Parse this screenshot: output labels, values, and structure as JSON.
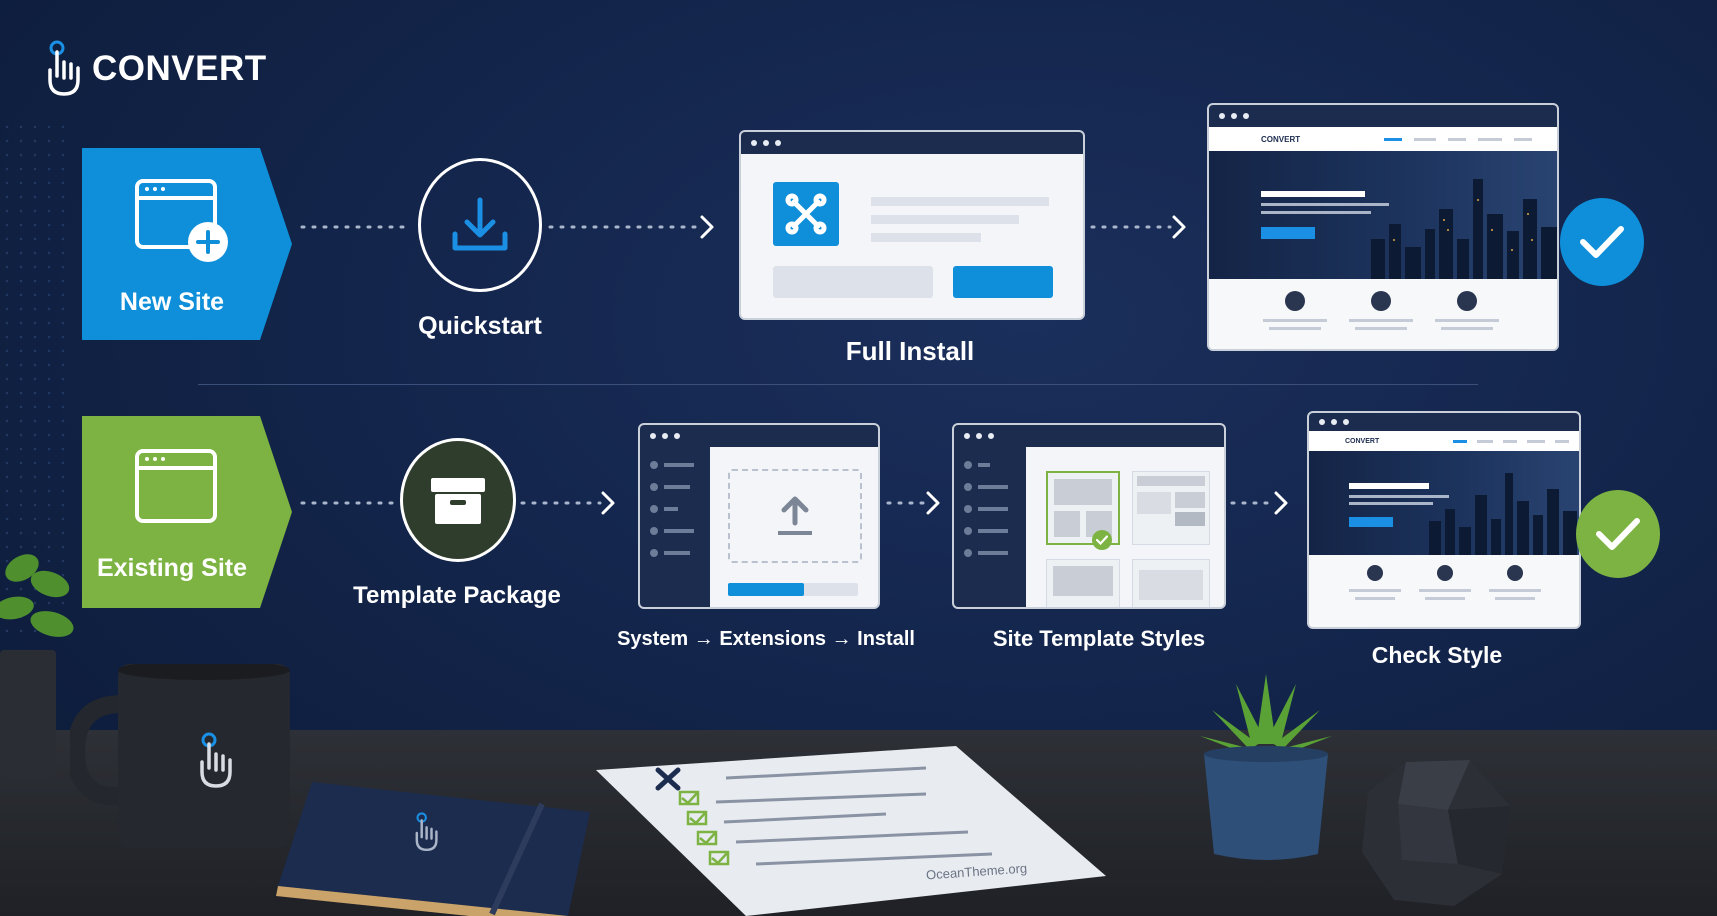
{
  "brand": {
    "name": "CONVERT",
    "mini_logo_text": "CONVERT"
  },
  "flows": {
    "new_site": {
      "banner_label": "New Site",
      "steps": [
        "Quickstart",
        "Full Install"
      ]
    },
    "existing_site": {
      "banner_label": "Existing Site",
      "steps": [
        "Template Package",
        "System → Extensions → Install",
        "Site Template Styles",
        "Check Style"
      ]
    }
  },
  "checklist_footer": "OceanTheme.org",
  "colors": {
    "new_site_accent": "#0f8fd9",
    "existing_site_accent": "#7cb342",
    "background": "#13254b",
    "dark_circle": "#2f3d2c"
  },
  "icons": {
    "new_site": "window-plus-icon",
    "quickstart": "download-icon",
    "existing_site": "window-icon",
    "template_package": "archive-box-icon",
    "done": "checkmark-icon"
  }
}
